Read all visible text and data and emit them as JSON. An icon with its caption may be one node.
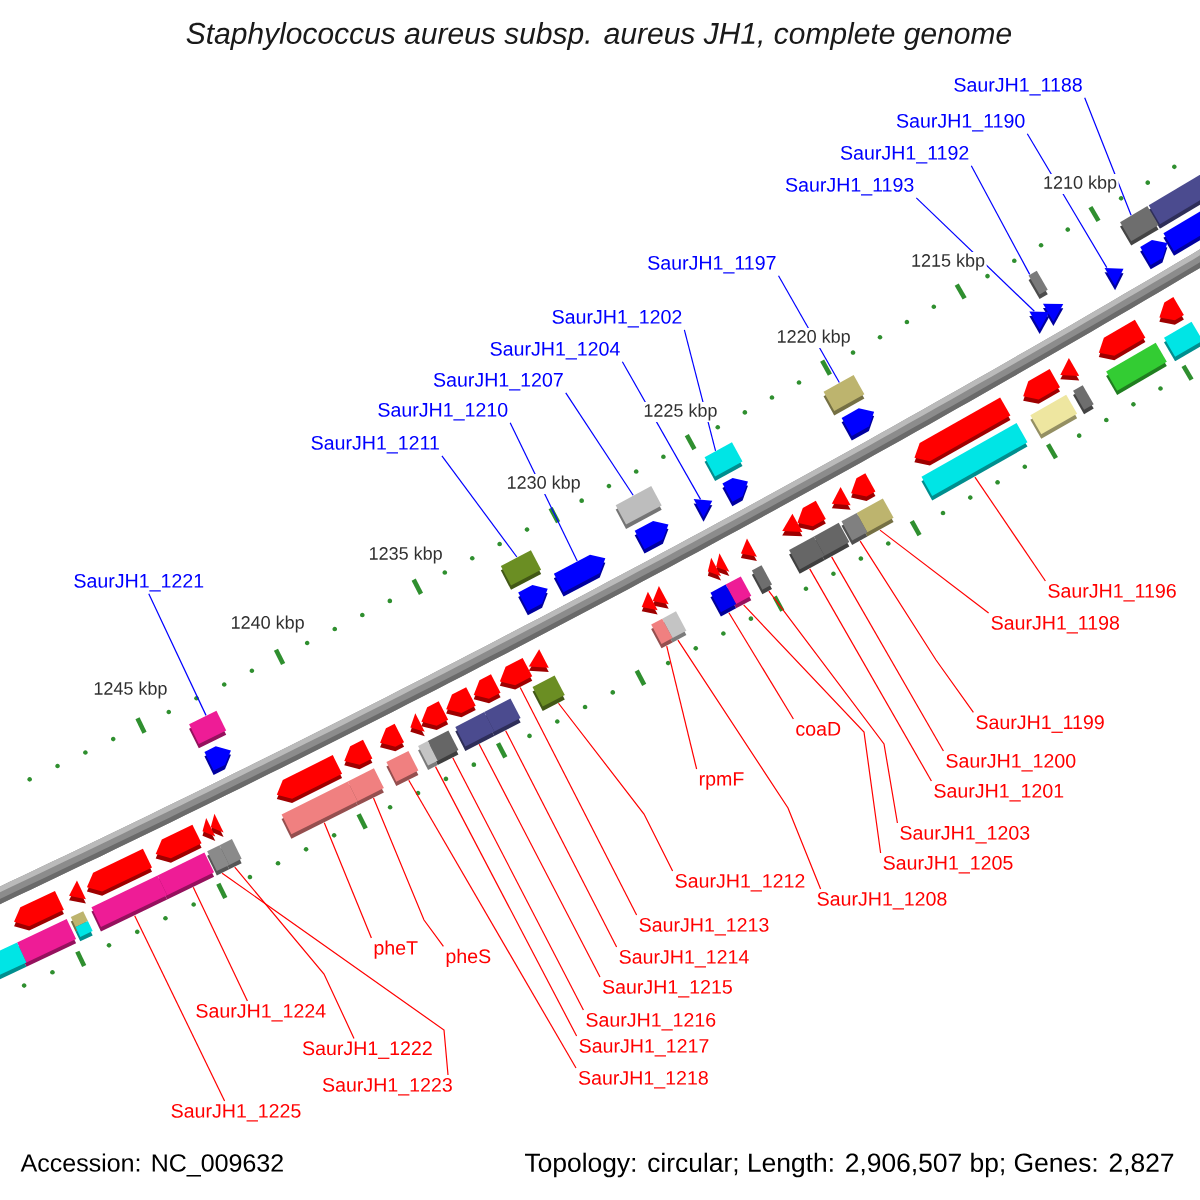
{
  "diagram": {
    "title": "Staphylococcus aureus subsp. aureus JH1, complete genome",
    "nodes": [
      {
        "text": [
          "SaurJH1_1188"
        ]
      },
      {
        "text": [
          "SaurJH1_1190"
        ]
      },
      {
        "text": [
          "SaurJH1_1192"
        ]
      },
      {
        "text": [
          "SaurJH1_1193"
        ]
      },
      {
        "text": [
          "SaurJH1_1197"
        ]
      },
      {
        "text": [
          "SaurJH1_1202"
        ]
      },
      {
        "text": [
          "SaurJH1_1204"
        ]
      },
      {
        "text": [
          "SaurJH1_1207"
        ]
      },
      {
        "text": [
          "SaurJH1_1210"
        ]
      },
      {
        "text": [
          "SaurJH1_1211"
        ]
      },
      {
        "text": [
          "SaurJH1_1221"
        ]
      },
      {
        "text": [
          "SaurJH1_1196"
        ]
      },
      {
        "text": [
          "SaurJH1_1198"
        ]
      },
      {
        "text": [
          "SaurJH1_1199"
        ]
      },
      {
        "text": [
          "coaD"
        ]
      },
      {
        "text": [
          "SaurJH1_1200"
        ]
      },
      {
        "text": [
          "rpmF"
        ]
      },
      {
        "text": [
          "SaurJH1_1201"
        ]
      },
      {
        "text": [
          "SaurJH1_1203"
        ]
      },
      {
        "text": [
          "SaurJH1_1205"
        ]
      },
      {
        "text": [
          "SaurJH1_1212"
        ]
      },
      {
        "text": [
          "SaurJH1_1208"
        ]
      },
      {
        "text": [
          "SaurJH1_1218"
        ]
      },
      {
        "text": [
          "SaurJH1_1213"
        ]
      },
      {
        "text": [
          "pheT"
        ]
      },
      {
        "text": [
          "pheS"
        ]
      },
      {
        "text": [
          "SaurJH1_1214"
        ]
      },
      {
        "text": [
          "SaurJH1_1215"
        ]
      },
      {
        "text": [
          "SaurJH1_1224"
        ]
      },
      {
        "text": [
          "SaurJH1_1216"
        ]
      },
      {
        "text": [
          "SaurJH1_1217"
        ]
      },
      {
        "text": [
          "SaurJH1_1222"
        ]
      },
      {
        "text": [
          "SaurJH1_1223"
        ]
      },
      {
        "text": [
          "SaurJH1_1225"
        ]
      },
      {
        "text": [],
        "shape": "pentagon"
      },
      {
        "text": [],
        "shape": "box"
      },
      {
        "text": [],
        "shape": "box"
      },
      {
        "text": [],
        "shape": "pentagon"
      },
      {
        "text": [],
        "shape": "box"
      },
      {
        "text": [],
        "shape": "pentagon"
      },
      {
        "text": [],
        "shape": "triangle"
      },
      {
        "text": [],
        "shape": "box"
      },
      {
        "text": [],
        "shape": "pentagon"
      },
      {
        "text": [],
        "shape": "triangle"
      },
      {
        "text": [],
        "shape": "box"
      },
      {
        "text": [],
        "shape": "triangle"
      },
      {
        "text": [],
        "shape": "triangle"
      },
      {
        "text": [],
        "shape": "box"
      },
      {
        "text": [],
        "shape": "box"
      },
      {
        "text": [],
        "shape": "pentagon"
      },
      {
        "text": [],
        "shape": "box"
      },
      {
        "text": [],
        "shape": "pentagon"
      },
      {
        "text": [],
        "shape": "box"
      },
      {
        "text": [],
        "shape": "pentagon"
      },
      {
        "text": [],
        "shape": "box"
      },
      {
        "text": [],
        "shape": "pentagon"
      },
      {
        "text": [],
        "shape": "box"
      },
      {
        "text": [],
        "shape": "triangle"
      },
      {
        "text": [],
        "shape": "box"
      },
      {
        "text": [],
        "shape": "pentagon"
      },
      {
        "text": [],
        "shape": "box"
      },
      {
        "text": [],
        "shape": "triangle"
      },
      {
        "text": [],
        "shape": "box"
      },
      {
        "text": [],
        "shape": "pentagon"
      },
      {
        "text": [],
        "shape": "triangle"
      },
      {
        "text": [],
        "shape": "box"
      },
      {
        "text": [],
        "shape": "triangle"
      },
      {
        "text": [],
        "shape": "box"
      },
      {
        "text": [],
        "shape": "triangle"
      },
      {
        "text": [],
        "shape": "triangle"
      },
      {
        "text": [],
        "shape": "box"
      },
      {
        "text": [],
        "shape": "box"
      },
      {
        "text": [],
        "shape": "pentagon"
      },
      {
        "text": [],
        "shape": "box"
      },
      {
        "text": [],
        "shape": "triangle"
      },
      {
        "text": [],
        "shape": "triangle"
      },
      {
        "text": [],
        "shape": "box"
      },
      {
        "text": [],
        "shape": "pentagon"
      },
      {
        "text": [],
        "shape": "box"
      },
      {
        "text": [],
        "shape": "pentagon"
      },
      {
        "text": [],
        "shape": "box"
      },
      {
        "text": [],
        "shape": "triangle"
      },
      {
        "text": [],
        "shape": "pentagon"
      },
      {
        "text": [],
        "shape": "box"
      },
      {
        "text": [],
        "shape": "pentagon"
      },
      {
        "text": [],
        "shape": "box"
      },
      {
        "text": [],
        "shape": "pentagon"
      },
      {
        "text": [],
        "shape": "pentagon"
      },
      {
        "text": [],
        "shape": "box"
      },
      {
        "text": [],
        "shape": "triangle"
      },
      {
        "text": [],
        "shape": "box"
      },
      {
        "text": [],
        "shape": "pentagon"
      },
      {
        "text": [],
        "shape": "box"
      },
      {
        "text": [],
        "shape": "pentagon"
      },
      {
        "text": [],
        "shape": "box"
      },
      {
        "text": [],
        "shape": "box"
      },
      {
        "text": [],
        "shape": "pentagon"
      },
      {
        "text": [],
        "shape": "box"
      },
      {
        "text": [],
        "shape": "pentagon"
      },
      {
        "text": [],
        "shape": "box"
      },
      {
        "text": [],
        "shape": "triangle"
      },
      {
        "text": [],
        "shape": "triangle"
      },
      {
        "text": [],
        "shape": "box"
      },
      {
        "text": [],
        "shape": "pentagon"
      },
      {
        "text": [],
        "shape": "box"
      },
      {
        "text": [],
        "shape": "box"
      },
      {
        "text": [],
        "shape": "pentagon"
      },
      {
        "text": [],
        "shape": "triangle"
      },
      {
        "text": [],
        "shape": "box"
      },
      {
        "text": [],
        "shape": "box"
      },
      {
        "text": [],
        "shape": "pentagon"
      },
      {
        "text": [],
        "shape": "box"
      },
      {
        "text": [],
        "shape": "box"
      }
    ],
    "edges": [
      {
        "from": 0,
        "to": 36,
        "arrow": "none",
        "color": "#0000ff"
      },
      {
        "from": 1,
        "to": 40,
        "arrow": "none",
        "color": "#0000ff"
      },
      {
        "from": 2,
        "to": 44,
        "arrow": "none",
        "color": "#0000ff"
      },
      {
        "from": 3,
        "to": 45,
        "arrow": "none",
        "color": "#0000ff"
      },
      {
        "from": 4,
        "to": 52,
        "arrow": "none",
        "color": "#0000ff"
      },
      {
        "from": 5,
        "to": 62,
        "arrow": "none",
        "color": "#0000ff"
      },
      {
        "from": 6,
        "to": 66,
        "arrow": "none",
        "color": "#0000ff"
      },
      {
        "from": 7,
        "to": 71,
        "arrow": "none",
        "color": "#0000ff"
      },
      {
        "from": 8,
        "to": 77,
        "arrow": "none",
        "color": "#0000ff"
      },
      {
        "from": 9,
        "to": 78,
        "arrow": "none",
        "color": "#0000ff"
      },
      {
        "from": 10,
        "to": 97,
        "arrow": "none",
        "color": "#0000ff"
      },
      {
        "from": 11,
        "to": 50,
        "arrow": "none"
      },
      {
        "from": 12,
        "to": 54,
        "arrow": "none"
      },
      {
        "from": 13,
        "to": 56,
        "arrow": "none"
      },
      {
        "from": 14,
        "to": 70,
        "arrow": "none"
      },
      {
        "from": 15,
        "to": 58,
        "arrow": "none"
      },
      {
        "from": 16,
        "to": 76,
        "arrow": "none"
      },
      {
        "from": 17,
        "to": 60,
        "arrow": "none"
      },
      {
        "from": 18,
        "to": 65,
        "arrow": "none"
      },
      {
        "from": 19,
        "to": 67,
        "arrow": "none"
      },
      {
        "from": 20,
        "to": 80,
        "arrow": "none"
      },
      {
        "from": 21,
        "to": 73,
        "arrow": "none"
      },
      {
        "from": 22,
        "to": 92,
        "arrow": "none"
      },
      {
        "from": 23,
        "to": 82,
        "arrow": "none"
      },
      {
        "from": 24,
        "to": 95,
        "arrow": "none"
      },
      {
        "from": 25,
        "to": 94,
        "arrow": "none"
      },
      {
        "from": 26,
        "to": 83,
        "arrow": "none"
      },
      {
        "from": 27,
        "to": 85,
        "arrow": "none"
      },
      {
        "from": 28,
        "to": 104,
        "arrow": "none"
      },
      {
        "from": 29,
        "to": 88,
        "arrow": "none"
      },
      {
        "from": 30,
        "to": 90,
        "arrow": "none"
      },
      {
        "from": 31,
        "to": 99,
        "arrow": "none"
      },
      {
        "from": 32,
        "to": 102,
        "arrow": "none"
      },
      {
        "from": 33,
        "to": 105,
        "arrow": "none"
      }
    ],
    "labels": [
      "1210 kbp",
      "1215 kbp",
      "1220 kbp",
      "1225 kbp",
      "1230 kbp",
      "1235 kbp",
      "1240 kbp",
      "1245 kbp",
      "Accession: NC_009632",
      "Topology: circular; Length: 2,906,507 bp; Genes: 2,827"
    ]
  }
}
